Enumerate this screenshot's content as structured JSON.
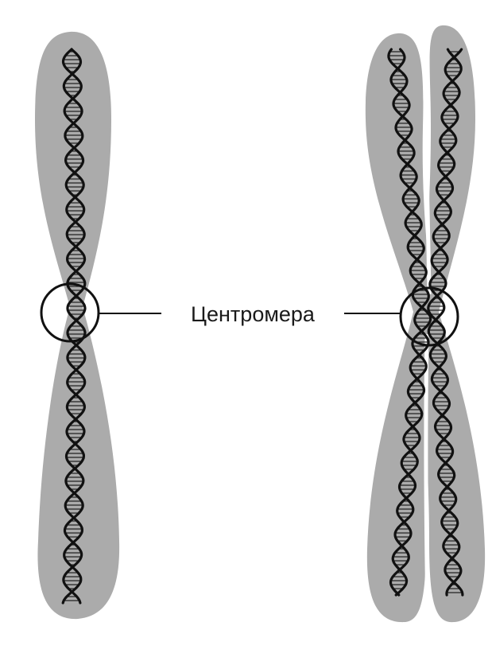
{
  "figure": {
    "centromere_label": "Центромера",
    "colors": {
      "chromosome_fill": "#ababab",
      "dna_strand": "#111111",
      "background": "#ffffff"
    },
    "chromosomes": [
      {
        "name": "single-chromatid-chromosome",
        "chromatids": 1
      },
      {
        "name": "replicated-chromosome",
        "chromatids": 2
      }
    ]
  }
}
